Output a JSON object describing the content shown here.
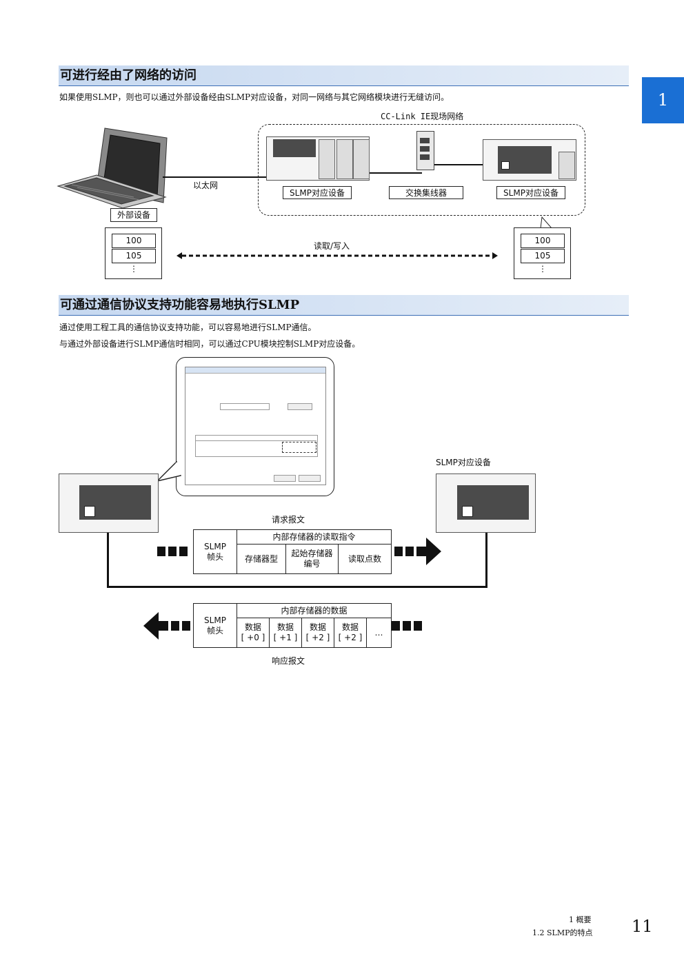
{
  "section1": {
    "title": "可进行经由了网络的访问",
    "body": "如果使用SLMP，则也可以通过外部设备经由SLMP对应设备，对同一网络与其它网络模块进行无缝访问。"
  },
  "diagram1": {
    "network_label": "CC-Link IE现场网络",
    "ethernet_label": "以太网",
    "external_device_label": "外部设备",
    "slmp_device_label_1": "SLMP对应设备",
    "hub_label": "交换集线器",
    "slmp_device_label_2": "SLMP对应设备",
    "read_write_label": "读取/写入",
    "left_memory": [
      "100",
      "105",
      "⋮"
    ],
    "right_memory": [
      "100",
      "105",
      "⋮"
    ]
  },
  "section2": {
    "title": "可通过通信协议支持功能容易地执行SLMP",
    "body_line1": "通过使用工程工具的通信协议支持功能，可以容易地进行SLMP通信。",
    "body_line2": "与通过外部设备进行SLMP通信时相同，可以通过CPU模块控制SLMP对应设备。"
  },
  "diagram2": {
    "slmp_device_label": "SLMP对应设备",
    "request_label": "请求报文",
    "response_label": "响应报文",
    "request": {
      "header": "SLMP\n帧头",
      "group_title": "内部存储器的读取指令",
      "fields": [
        "存储器型",
        "起始存储器\n编号",
        "读取点数"
      ]
    },
    "response": {
      "header": "SLMP\n帧头",
      "group_title": "内部存储器的数据",
      "fields": [
        "数据\n[ +0 ]",
        "数据\n[ +1 ]",
        "数据\n[ +2 ]",
        "数据\n[ +2 ]",
        "…"
      ]
    }
  },
  "chapter_tab": "1",
  "footer": {
    "chapter_line": "1  概要",
    "section_line": "1.2  SLMP的特点",
    "page_number": "11"
  },
  "colors": {
    "accent": "#1a6fd4",
    "title_bar": "#c6d8f0",
    "title_rule": "#3a6db5"
  }
}
